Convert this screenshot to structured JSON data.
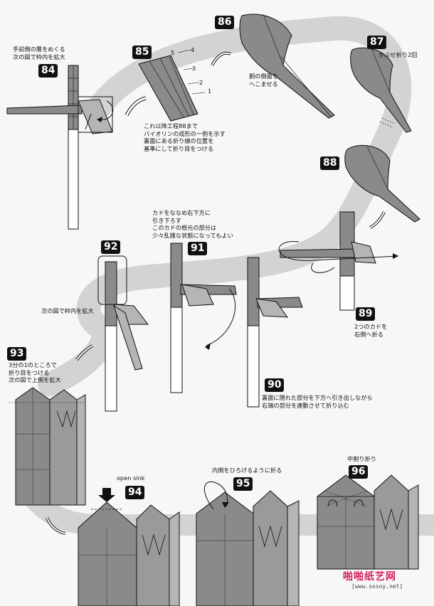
{
  "steps": {
    "s84": "84",
    "s85": "85",
    "s86": "86",
    "s87": "87",
    "s88": "88",
    "s89": "89",
    "s90": "90",
    "s91": "91",
    "s92": "92",
    "s93": "93",
    "s94": "94",
    "s95": "95",
    "s96": "96"
  },
  "notes": {
    "n84": "手前側の層をめくる\n次の図で枠内を拡大",
    "n85": "これ以降工程88まで\nバイオリンの成形の一例を示す\n裏面にある折り線の位置を\n基準にして折り目をつける",
    "n86": "胴の側面を\nへこませる",
    "n87": "かぶせ折り2回",
    "n91": "カドをななめ右下方に\n引き下ろす\nこのカドの根元の部分は\n少々乱雑な状態になってもよい",
    "n92": "次の図で枠内を拡大",
    "n89": "2つのカドを\n右側へ折る",
    "n90": "裏面に隠れた部分を下方へ引き出しながら\n右端の部分を連動させて折り込む",
    "n93": "3分の1のところで\n折り目をつける\n次の図で上側を拡大",
    "n94": "open sink",
    "n95": "内側をひろげるように折る",
    "n96": "中割り折り"
  },
  "labels85": [
    "5",
    "4",
    "3",
    "2",
    "1"
  ],
  "watermark": {
    "site_cn": "啪啪纸艺网",
    "url": "[www.sosoy.net]"
  },
  "colors": {
    "paper": "#8a8a8a",
    "paper_light": "#b5b5b5",
    "band": "#d3d3d3",
    "ink": "#111111",
    "watermark": "#d81e5b"
  }
}
